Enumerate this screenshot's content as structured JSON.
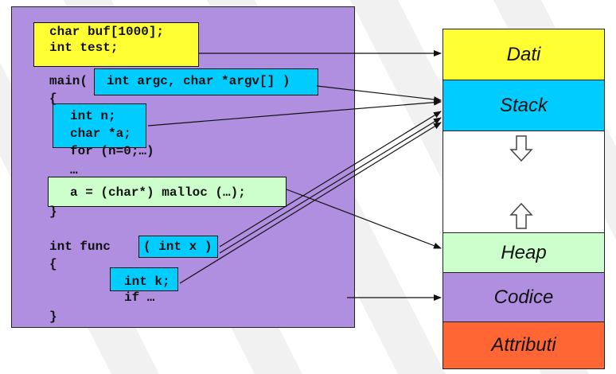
{
  "code": {
    "line1": "char buf[1000];",
    "line2": "int test;",
    "line3": "main(",
    "line3_params": "int argc, char *argv[] )",
    "line4": "{",
    "line5": "int n;",
    "line6": "char *a;",
    "line7": "for (n=0;…)",
    "line8": "…",
    "line9": "a = (char*) malloc (…);",
    "line10": "}",
    "line11": "int func",
    "line11_params": "( int x )",
    "line12": "{",
    "line13": "int k;",
    "line14": "if …",
    "line15": "}"
  },
  "memory": {
    "dati": "Dati",
    "stack": "Stack",
    "heap": "Heap",
    "codice": "Codice",
    "attributi": "Attributi"
  },
  "colors": {
    "code_panel": "#b08ee0",
    "dati": "#ffff33",
    "stack": "#00ccff",
    "free": "#ffffff",
    "heap": "#ccffcc",
    "codice": "#b08ee0",
    "attributi": "#ff6633"
  },
  "icons": [
    "stack-grows-down-arrow-icon",
    "heap-grows-up-arrow-icon"
  ]
}
